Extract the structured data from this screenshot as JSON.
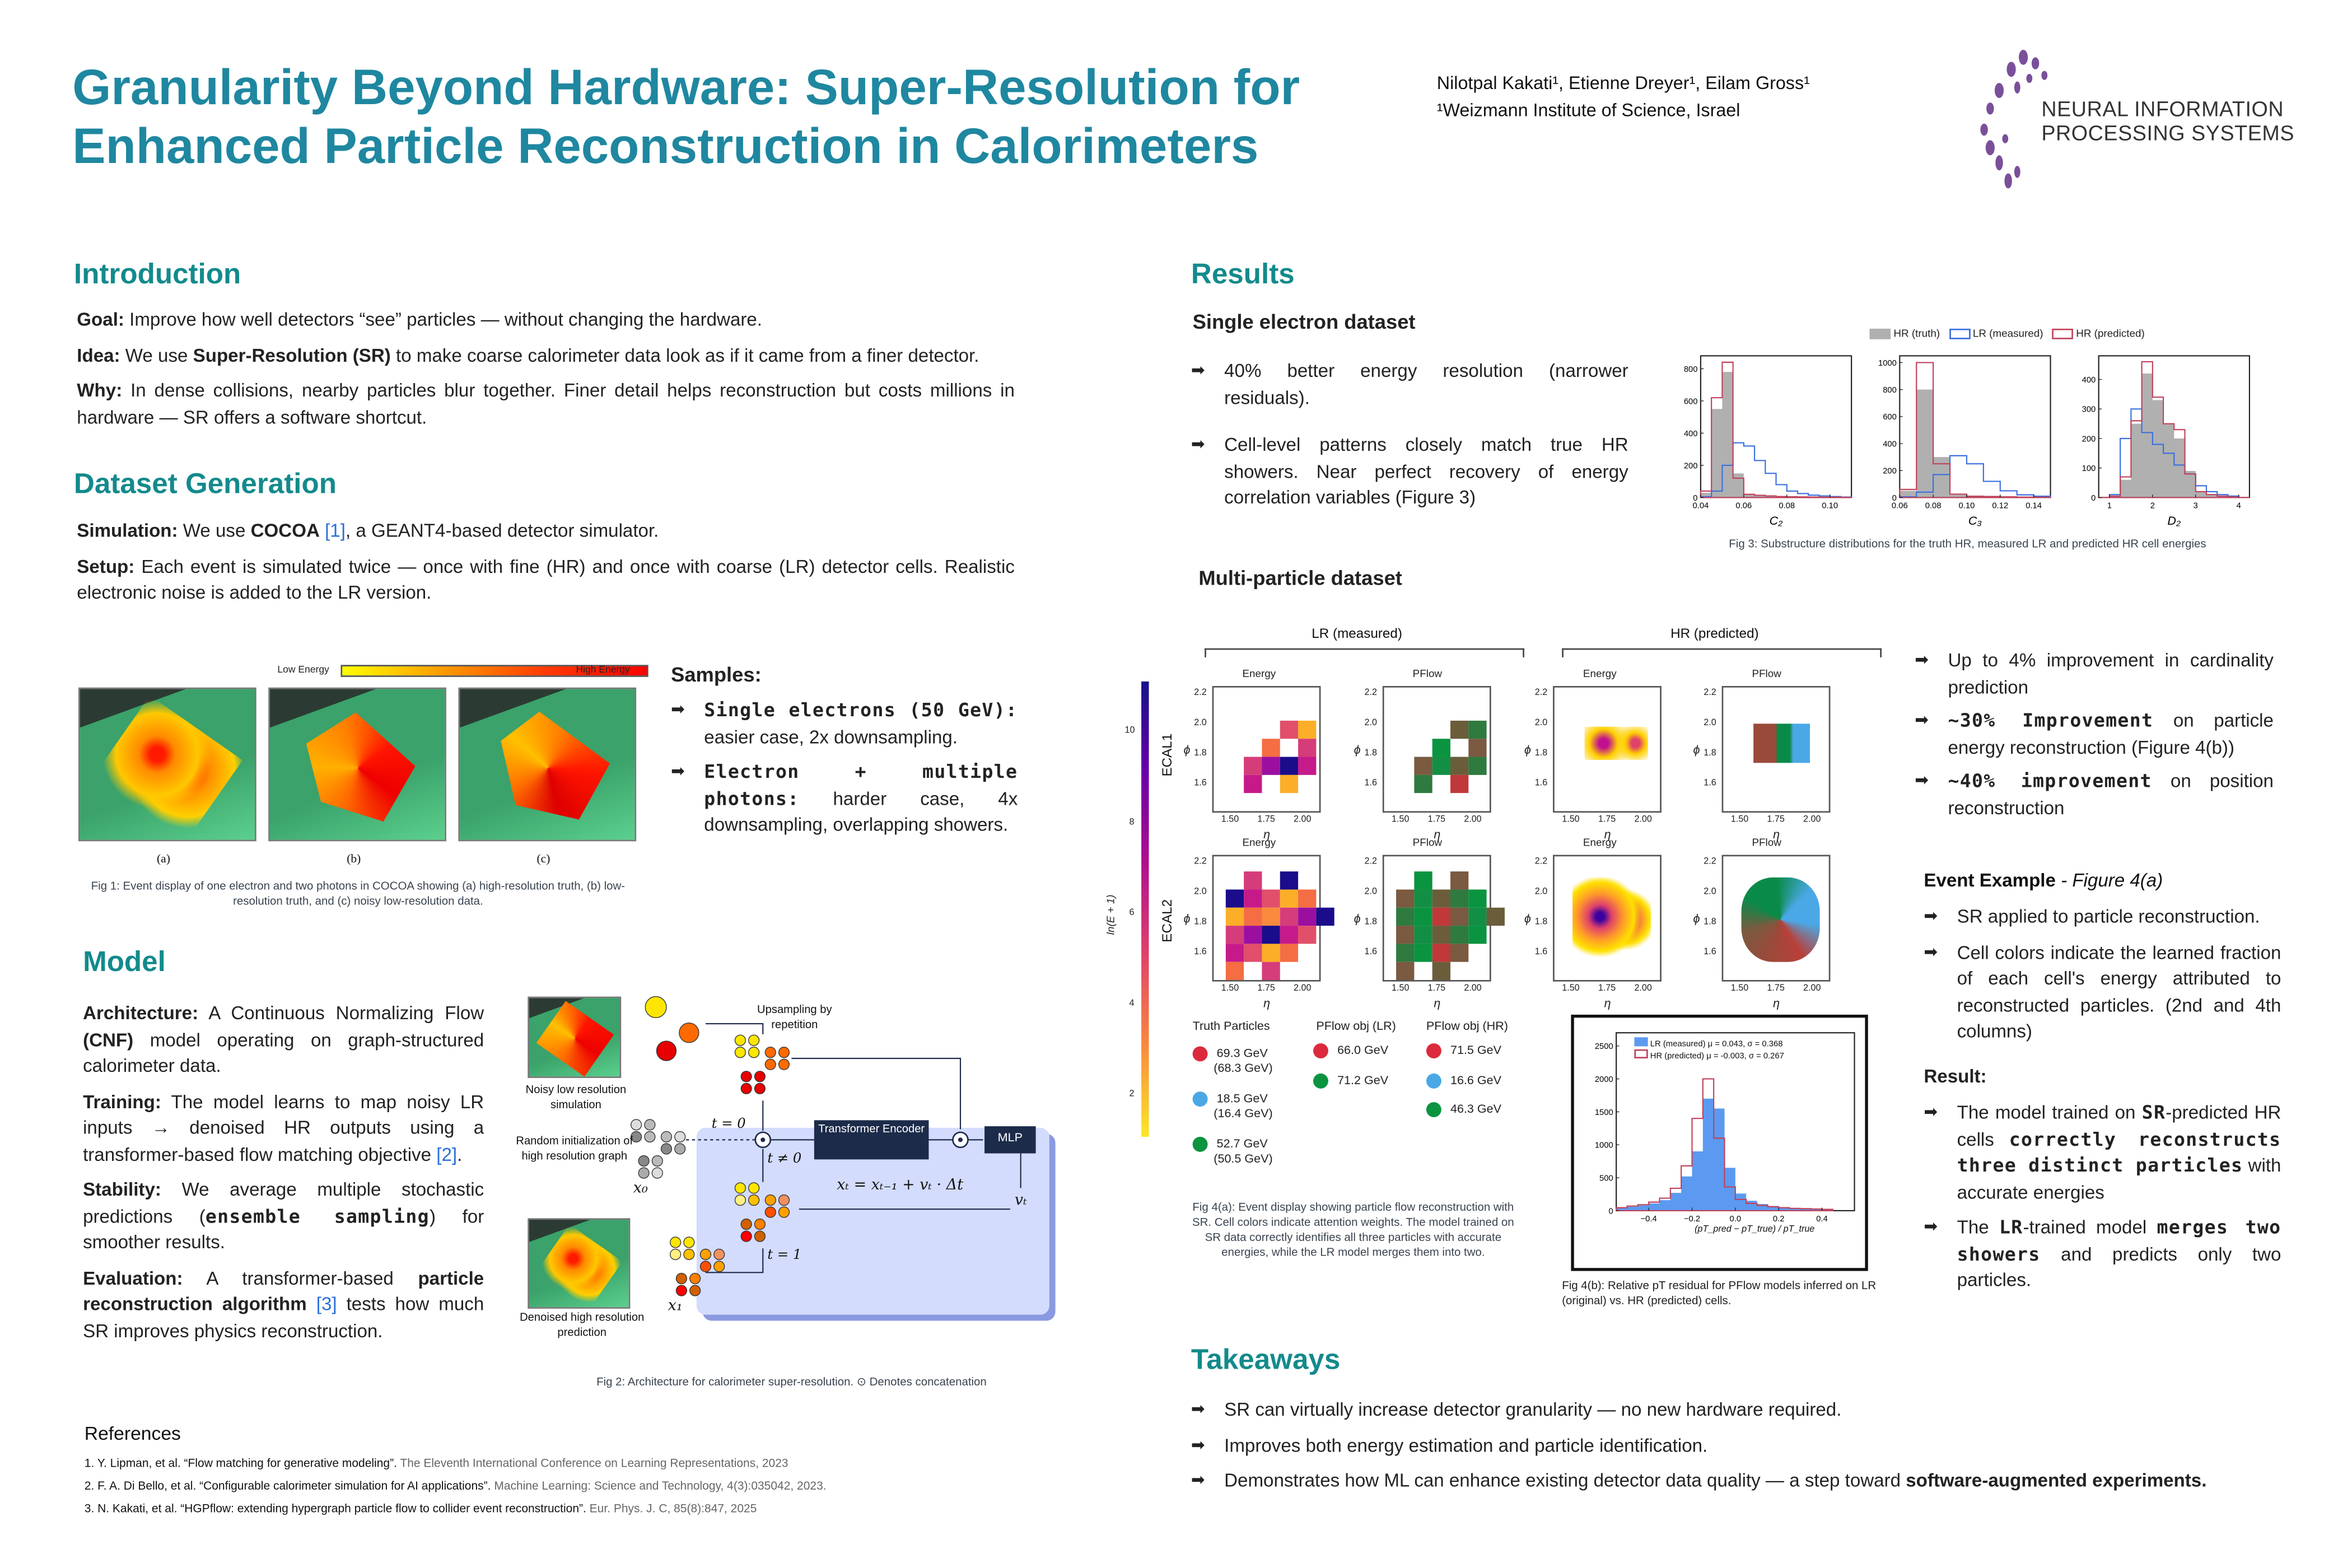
{
  "header": {
    "title": "Granularity Beyond Hardware: Super-Resolution for Enhanced Particle Reconstruction in Calorimeters",
    "authors": "Nilotpal Kakati¹, Etienne Dreyer¹, Eilam Gross¹",
    "affiliation": "¹Weizmann Institute of Science, Israel",
    "logo_line1": "NEURAL INFORMATION",
    "logo_line2": "PROCESSING SYSTEMS"
  },
  "intro": {
    "heading": "Introduction",
    "goal_label": "Goal:",
    "goal": " Improve how well detectors “see” particles — without changing the hardware.",
    "idea_label": "Idea:",
    "idea_pre": " We use ",
    "idea_bold": "Super-Resolution (SR)",
    "idea_post": " to make coarse calorimeter data look as if it came from a finer detector.",
    "why_label": "Why:",
    "why": " In dense collisions, nearby particles blur together. Finer detail helps reconstruction but costs millions in hardware — SR offers a software shortcut."
  },
  "dataset": {
    "heading": "Dataset Generation",
    "sim_label": "Simulation:",
    "sim_pre": " We use ",
    "sim_bold": "COCOA",
    "sim_ref": "[1]",
    "sim_post": ", a GEANT4-based detector simulator.",
    "setup_label": "Setup:",
    "setup": " Each event is simulated twice — once with fine (HR) and once with coarse (LR) detector cells. Realistic electronic noise is added to the LR version.",
    "fig1": {
      "low": "Low Energy",
      "high": "High Energy",
      "labels": [
        "(a)",
        "(b)",
        "(c)"
      ],
      "caption": "Fig 1: Event display of one electron and two photons in COCOA showing (a) high-resolution truth, (b) low-resolution truth, and (c) noisy low-resolution data."
    },
    "samples_heading": "Samples:",
    "samples": [
      {
        "bold": "Single electrons (50 GeV):",
        "text": " easier case, 2x downsampling."
      },
      {
        "bold": "Electron + multiple photons:",
        "text": " harder case, 4x downsampling, overlapping showers."
      }
    ]
  },
  "model": {
    "heading": "Model",
    "arch_label": "Architecture:",
    "arch_pre": " A Continuous Normalizing Flow ",
    "arch_bold": "(CNF)",
    "arch_post": " model operating on graph-structured calorimeter data.",
    "train_label": "Training:",
    "train": " The model learns to map noisy LR inputs → denoised HR outputs using a transformer-based flow matching objective ",
    "train_ref": "[2]",
    "stab_label": "Stability:",
    "stab_pre": " We average multiple stochastic predictions (",
    "stab_bold": "ensemble sampling",
    "stab_post": ") for smoother results.",
    "eval_label": "Evaluation:",
    "eval_pre": " A transformer-based ",
    "eval_bold": "particle reconstruction algorithm",
    "eval_ref": "[3]",
    "eval_post": " tests how much SR improves physics reconstruction.",
    "fig2": {
      "noisy": "Noisy low resolution simulation",
      "upsampling": "Upsampling by repetition",
      "random": "Random initialization of high resolution graph",
      "x0": "x₀",
      "x1": "x₁",
      "denoised": "Denoised high resolution prediction",
      "t0": "t = 0",
      "tne0": "t ≠ 0",
      "t1": "t = 1",
      "transformer": "Transformer Encoder",
      "mlp": "MLP",
      "update": "xₜ = xₜ₋₁ + vₜ · Δt",
      "vt": "vₜ",
      "caption": "Fig 2: Architecture for calorimeter super-resolution. ⊙ Denotes concatenation"
    }
  },
  "references": {
    "heading": "References",
    "items": [
      {
        "main": "1. Y. Lipman, et al. “Flow matching for generative modeling”.",
        "venue": " The Eleventh International Conference on Learning Representations, 2023"
      },
      {
        "main": "2. F. A. Di Bello, et al. “Configurable calorimeter simulation for AI applications”.",
        "venue": " Machine Learning: Science and Technology, 4(3):035042, 2023."
      },
      {
        "main": "3. N. Kakati, et al. “HGPflow: extending hypergraph particle flow to collider event reconstruction”.",
        "venue": " Eur. Phys. J. C, 85(8):847, 2025"
      }
    ]
  },
  "results": {
    "heading": "Results",
    "single_heading": "Single electron dataset",
    "single_bullets": [
      "40% better energy resolution (narrower residuals).",
      "Cell-level patterns closely match true HR showers. Near perfect recovery of energy correlation variables (Figure 3)"
    ],
    "fig3_caption": "Fig 3: Substructure distributions for the truth HR, measured LR and predicted HR cell energies",
    "multi_heading": "Multi-particle dataset",
    "fig4a": {
      "lr_title": "LR (measured)",
      "hr_title": "HR (predicted)",
      "panel_energy": "Energy",
      "panel_pflow": "PFlow",
      "row1": "ECAL1",
      "row2": "ECAL2",
      "xlabel": "η",
      "ylabel": "ϕ",
      "cbar_label": "ln(E + 1)",
      "cbar_ticks": [
        "10",
        "8",
        "6",
        "4",
        "2"
      ],
      "yticks": [
        "2.2",
        "2.0",
        "1.8",
        "1.6"
      ],
      "xticks": [
        "1.50",
        "1.75",
        "2.00"
      ],
      "legend_headers": [
        "Truth Particles",
        "PFlow obj (LR)",
        "PFlow obj (HR)"
      ],
      "truth": [
        {
          "color": "#dc2a3c",
          "e": "69.3 GeV",
          "sub": "(68.3 GeV)"
        },
        {
          "color": "#4aa8e6",
          "e": "18.5 GeV",
          "sub": "(16.4 GeV)"
        },
        {
          "color": "#0a9440",
          "e": "52.7 GeV",
          "sub": "(50.5 GeV)"
        }
      ],
      "pflow_lr": [
        {
          "color": "#dc2a3c",
          "e": "66.0 GeV"
        },
        {
          "color": "#0a9440",
          "e": "71.2 GeV"
        }
      ],
      "pflow_hr": [
        {
          "color": "#dc2a3c",
          "e": "71.5 GeV"
        },
        {
          "color": "#4aa8e6",
          "e": "16.6 GeV"
        },
        {
          "color": "#0a9440",
          "e": "46.3 GeV"
        }
      ],
      "caption": "Fig 4(a): Event display showing particle flow reconstruction with SR. Cell colors indicate attention weights. The model trained on SR data correctly identifies all three particles with accurate energies, while the LR model merges them into two."
    },
    "fig4b_caption": "Fig 4(b): Relative pT residual for PFlow models inferred on LR (original) vs. HR (predicted) cells.",
    "right_bullets": [
      {
        "pre": "Up to 4% improvement in cardinality prediction",
        "bold": "",
        "post": ""
      },
      {
        "pre": "",
        "bold": "~30% Improvement",
        "post": " on particle energy reconstruction (Figure 4(b))"
      },
      {
        "pre": "",
        "bold": "~40% improvement",
        "post": " on position reconstruction"
      }
    ],
    "event_heading": "Event Example",
    "event_fig": " - Figure 4(a)",
    "event_bullets": [
      "SR applied to particle reconstruction.",
      "Cell colors indicate the learned fraction of each cell's energy attributed to reconstructed particles. (2nd and 4th columns)"
    ],
    "result_heading": "Result:",
    "result_bullets": [
      {
        "a": "The model trained on ",
        "b": "SR",
        "c": "-predicted HR cells ",
        "d": "correctly reconstructs three distinct particles",
        "e": " with accurate energies"
      },
      {
        "a": "The ",
        "b": "LR",
        "c": "-trained model ",
        "d": "merges two showers",
        "e": " and predicts only two particles."
      }
    ]
  },
  "takeaways": {
    "heading": "Takeaways",
    "items": [
      {
        "text": "SR can virtually increase detector granularity — no new hardware required.",
        "bold": ""
      },
      {
        "text": "Improves both energy estimation and particle identification.",
        "bold": ""
      },
      {
        "text": "Demonstrates how ML can enhance existing detector data quality — a step toward ",
        "bold": "software-augmented experiments."
      }
    ]
  },
  "colors": {
    "title": "#1f87a0",
    "heading": "#138a8c",
    "truth": "#b0b0b0",
    "lr": "#3a6fe0",
    "pred": "#c0425a",
    "lr_fill": "#5b9af0"
  },
  "chart_data": [
    {
      "type": "bar",
      "id": "C2",
      "xlabel": "C₂",
      "xlim": [
        0.04,
        0.11
      ],
      "ylim": [
        0,
        880
      ],
      "bin_width": 0.005,
      "xticks": [
        "0.04",
        "0.06",
        "0.08",
        "0.10"
      ],
      "yticks": [
        "0",
        "200",
        "400",
        "600",
        "800"
      ],
      "legend": [
        "HR (truth)",
        "LR (measured)",
        "HR (predicted)"
      ],
      "series": [
        {
          "name": "HR (truth)",
          "values": [
            30,
            550,
            780,
            150,
            20,
            12,
            8,
            6,
            5,
            4,
            3,
            2,
            2,
            1
          ]
        },
        {
          "name": "LR (measured)",
          "values": [
            5,
            40,
            200,
            340,
            320,
            230,
            150,
            80,
            40,
            25,
            15,
            10,
            6,
            3
          ]
        },
        {
          "name": "HR (predicted)",
          "values": [
            40,
            620,
            840,
            120,
            20,
            14,
            10,
            6,
            5,
            4,
            3,
            2,
            2,
            1
          ]
        }
      ]
    },
    {
      "type": "bar",
      "id": "C3",
      "xlabel": "C₃",
      "xlim": [
        0.06,
        0.15
      ],
      "ylim": [
        0,
        1050
      ],
      "bin_width": 0.01,
      "xticks": [
        "0.06",
        "0.08",
        "0.10",
        "0.12",
        "0.14"
      ],
      "yticks": [
        "0",
        "200",
        "400",
        "600",
        "800",
        "1000"
      ],
      "series": [
        {
          "name": "HR (truth)",
          "values": [
            50,
            800,
            300,
            20,
            10,
            8,
            5,
            3,
            2
          ]
        },
        {
          "name": "LR (measured)",
          "values": [
            5,
            40,
            170,
            310,
            250,
            120,
            50,
            20,
            10
          ]
        },
        {
          "name": "HR (predicted)",
          "values": [
            60,
            1000,
            250,
            25,
            10,
            8,
            5,
            3,
            2
          ]
        }
      ]
    },
    {
      "type": "bar",
      "id": "D2",
      "xlabel": "D₂",
      "xlim": [
        0.75,
        4.25
      ],
      "ylim": [
        0,
        480
      ],
      "bin_width": 0.25,
      "xticks": [
        "1",
        "2",
        "3",
        "4"
      ],
      "yticks": [
        "0",
        "100",
        "200",
        "300",
        "400"
      ],
      "series": [
        {
          "name": "HR (truth)",
          "values": [
            0,
            5,
            60,
            250,
            420,
            330,
            250,
            200,
            90,
            20,
            10,
            5,
            2,
            0
          ]
        },
        {
          "name": "LR (measured)",
          "values": [
            0,
            10,
            200,
            300,
            220,
            180,
            150,
            110,
            80,
            40,
            20,
            10,
            5,
            0
          ]
        },
        {
          "name": "HR (predicted)",
          "values": [
            0,
            5,
            70,
            260,
            460,
            340,
            250,
            230,
            80,
            20,
            10,
            5,
            2,
            0
          ]
        }
      ]
    },
    {
      "type": "bar",
      "id": "pT-residual",
      "xlabel": "(pT_pred − pT_true) / pT_true",
      "xlim": [
        -0.55,
        0.55
      ],
      "ylim": [
        0,
        2700
      ],
      "bin_width": 0.05,
      "xticks": [
        "−0.4",
        "−0.2",
        "0.0",
        "0.2",
        "0.4"
      ],
      "yticks": [
        "0",
        "500",
        "1000",
        "1500",
        "2000",
        "2500"
      ],
      "legend": [
        "LR (measured)  μ = 0.043, σ = 0.368",
        "HR (predicted)  μ = -0.003, σ = 0.267"
      ],
      "series": [
        {
          "name": "LR (measured)",
          "values": [
            40,
            60,
            80,
            110,
            160,
            270,
            520,
            900,
            1700,
            1550,
            650,
            260,
            150,
            100,
            70,
            50,
            40,
            35,
            30,
            25
          ]
        },
        {
          "name": "HR (predicted)",
          "values": [
            45,
            70,
            90,
            130,
            190,
            340,
            680,
            1400,
            2000,
            1100,
            360,
            170,
            110,
            80,
            60,
            45,
            35,
            30,
            25,
            20
          ]
        }
      ]
    }
  ]
}
